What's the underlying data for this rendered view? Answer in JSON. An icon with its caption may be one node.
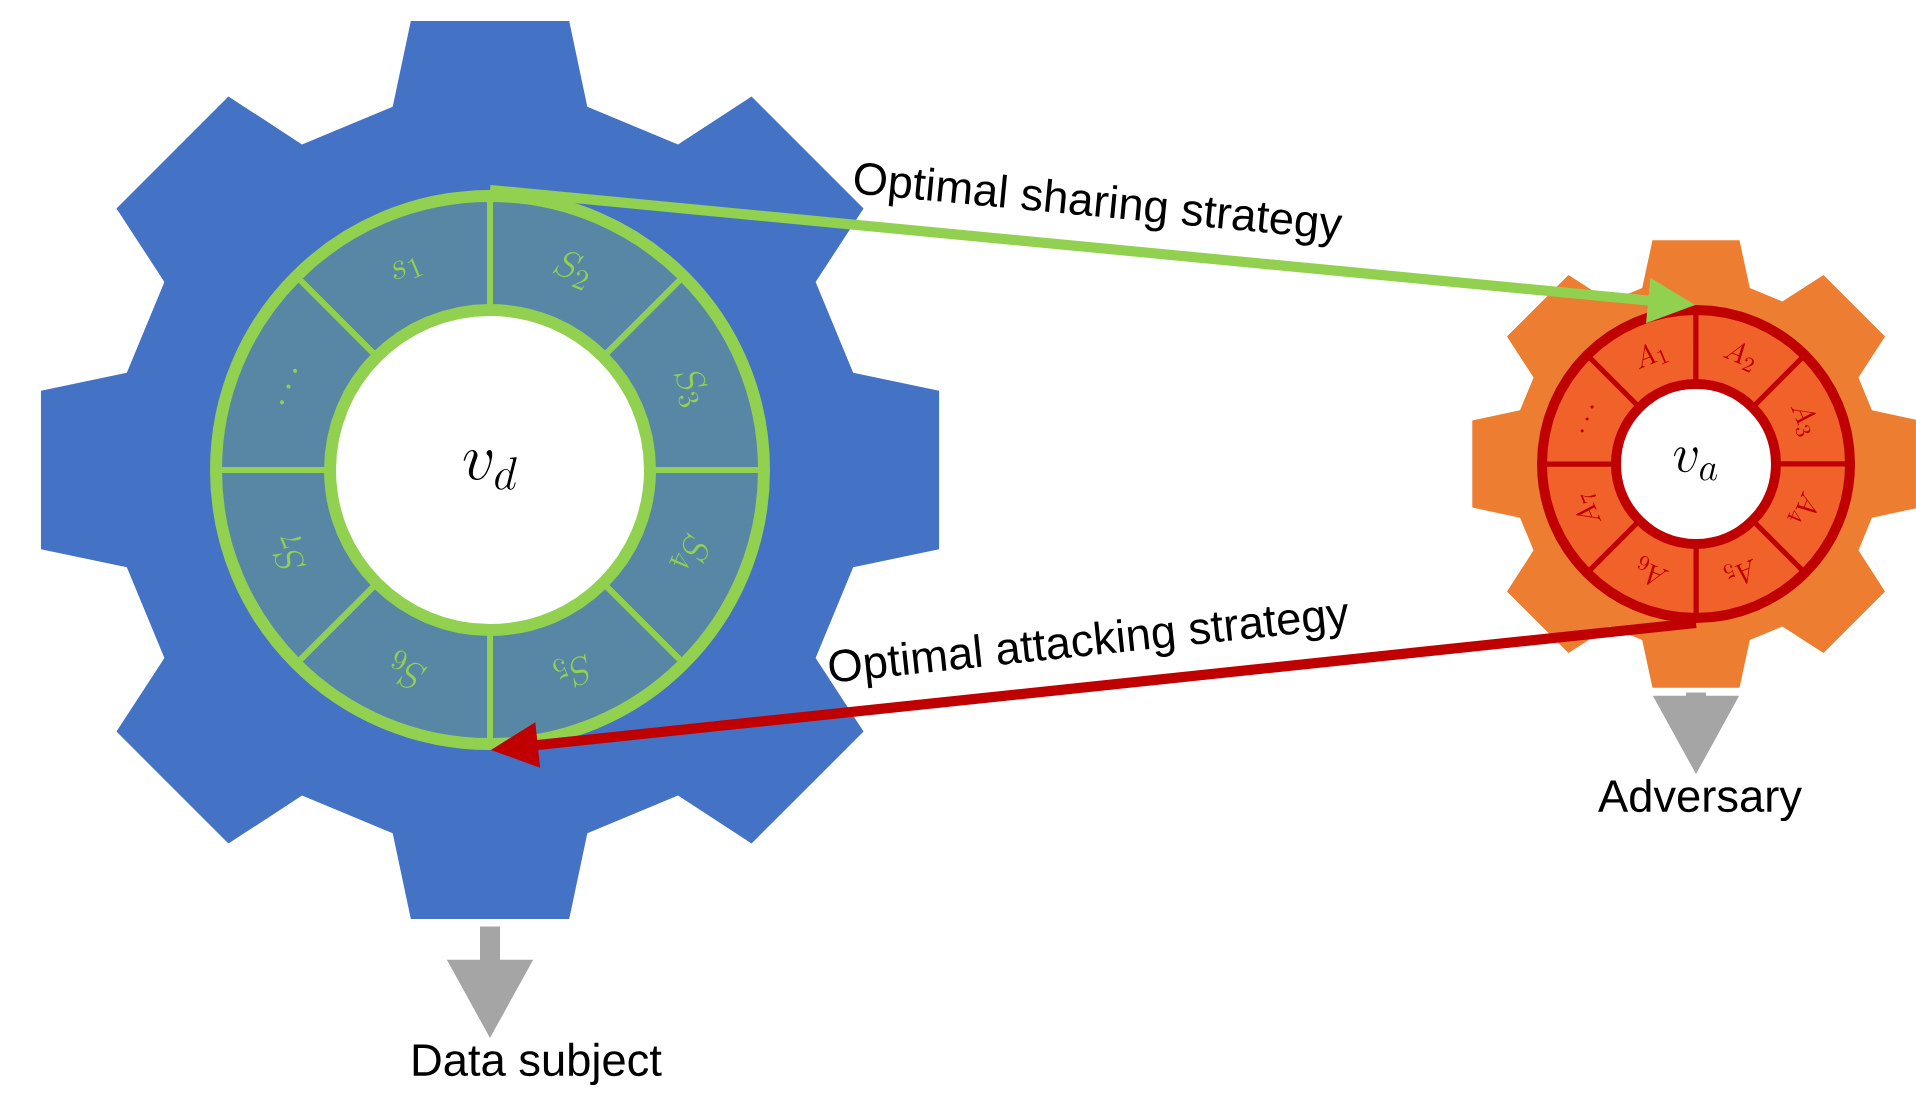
{
  "diagram": {
    "nodes": [
      {
        "text": [],
        "shape": "gear"
      },
      {
        "text": [],
        "shape": "circle",
        "in": 0
      },
      {
        "text": [
          "s_1"
        ],
        "in": 1
      },
      {
        "text": [
          "S_2"
        ],
        "in": 1
      },
      {
        "text": [
          "S_3"
        ],
        "in": 1
      },
      {
        "text": [
          "S_4"
        ],
        "in": 1
      },
      {
        "text": [
          "S_5"
        ],
        "in": 1
      },
      {
        "text": [
          "S_6"
        ],
        "in": 1
      },
      {
        "text": [
          "S_7"
        ],
        "in": 1
      },
      {
        "text": [
          "\\cdots"
        ],
        "in": 1
      },
      {
        "text": [
          "v_d"
        ],
        "in": 1
      },
      {
        "text": [
          "Data subject"
        ]
      },
      {
        "text": [],
        "shape": "gear"
      },
      {
        "text": [],
        "shape": "circle",
        "in": 12
      },
      {
        "text": [
          "A_1"
        ],
        "in": 13
      },
      {
        "text": [
          "A_2"
        ],
        "in": 13
      },
      {
        "text": [
          "A_3"
        ],
        "in": 13
      },
      {
        "text": [
          "A_4"
        ],
        "in": 13
      },
      {
        "text": [
          "A_5"
        ],
        "in": 13
      },
      {
        "text": [
          "A_6"
        ],
        "in": 13
      },
      {
        "text": [
          "A_7"
        ],
        "in": 13
      },
      {
        "text": [
          "\\cdots"
        ],
        "in": 13
      },
      {
        "text": [
          "v_a"
        ],
        "in": 13
      },
      {
        "text": [
          "Adversary"
        ]
      }
    ],
    "edges": [
      {
        "from": 0,
        "to": 11,
        "arrow": "to",
        "color": "#a5a5a5",
        "style": "thick"
      },
      {
        "from": 12,
        "to": 23,
        "arrow": "to",
        "color": "#a5a5a5",
        "style": "thick"
      },
      {
        "from": 1,
        "to": 13,
        "arrow": "to",
        "label": "Optimal sharing strategy",
        "color": "#92d050"
      },
      {
        "from": 13,
        "to": 1,
        "arrow": "to",
        "label": "Optimal attacking strategy",
        "color": "#c00000"
      }
    ]
  }
}
